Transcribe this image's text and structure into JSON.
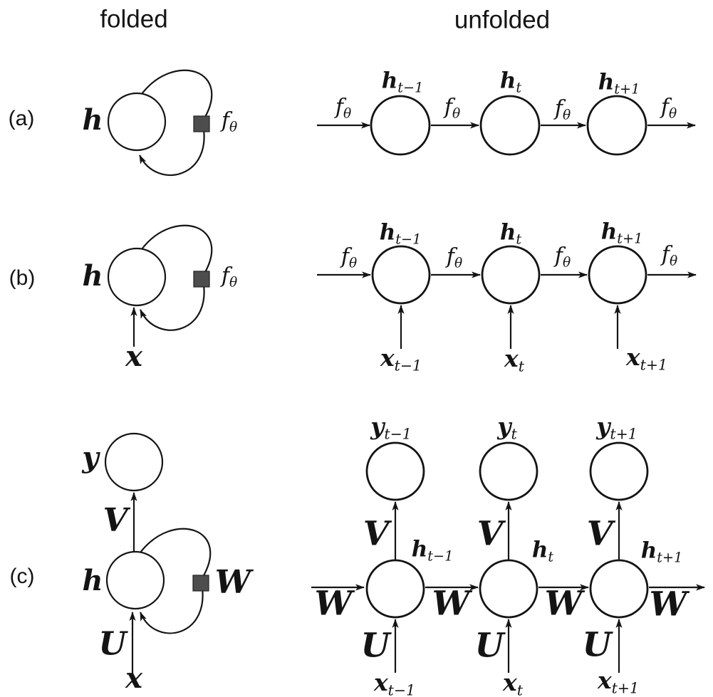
{
  "colors": {
    "ink": "#141414",
    "weight_square": "#4d4d4d",
    "background": "#ffffff"
  },
  "headers": {
    "folded": "folded",
    "unfolded": "unfolded"
  },
  "row_a": {
    "label": "(a)",
    "folded": {
      "state": "h",
      "transition_main": "f",
      "transition_sub": "θ"
    },
    "unfolded": {
      "edge_labels": [
        {
          "main": "f",
          "sub": "θ"
        },
        {
          "main": "f",
          "sub": "θ"
        },
        {
          "main": "f",
          "sub": "θ"
        },
        {
          "main": "f",
          "sub": "θ"
        }
      ],
      "nodes": [
        {
          "main": "h",
          "sub": "t−1"
        },
        {
          "main": "h",
          "sub": "t"
        },
        {
          "main": "h",
          "sub": "t+1"
        }
      ]
    }
  },
  "row_b": {
    "label": "(b)",
    "folded": {
      "state": "h",
      "input": "x",
      "transition_main": "f",
      "transition_sub": "θ"
    },
    "unfolded": {
      "edge_labels": [
        {
          "main": "f",
          "sub": "θ"
        },
        {
          "main": "f",
          "sub": "θ"
        },
        {
          "main": "f",
          "sub": "θ"
        },
        {
          "main": "f",
          "sub": "θ"
        }
      ],
      "nodes": [
        {
          "main": "h",
          "sub": "t−1"
        },
        {
          "main": "h",
          "sub": "t"
        },
        {
          "main": "h",
          "sub": "t+1"
        }
      ],
      "inputs": [
        {
          "main": "x",
          "sub": "t−1"
        },
        {
          "main": "x",
          "sub": "t"
        },
        {
          "main": "x",
          "sub": "t+1"
        }
      ]
    }
  },
  "row_c": {
    "label": "(c)",
    "folded": {
      "state": "h",
      "input": "x",
      "output": "y",
      "input_weight": "U",
      "output_weight": "V",
      "recurrent_weight": "W"
    },
    "unfolded": {
      "outputs": [
        {
          "main": "y",
          "sub": "t−1"
        },
        {
          "main": "y",
          "sub": "t"
        },
        {
          "main": "y",
          "sub": "t+1"
        }
      ],
      "nodes": [
        {
          "main": "h",
          "sub": "t−1"
        },
        {
          "main": "h",
          "sub": "t"
        },
        {
          "main": "h",
          "sub": "t+1"
        }
      ],
      "inputs": [
        {
          "main": "x",
          "sub": "t−1"
        },
        {
          "main": "x",
          "sub": "t"
        },
        {
          "main": "x",
          "sub": "t+1"
        }
      ],
      "output_weights": [
        "V",
        "V",
        "V"
      ],
      "recurrent_weights": [
        "W",
        "W",
        "W",
        "W"
      ],
      "input_weights": [
        "U",
        "U",
        "U"
      ]
    }
  }
}
